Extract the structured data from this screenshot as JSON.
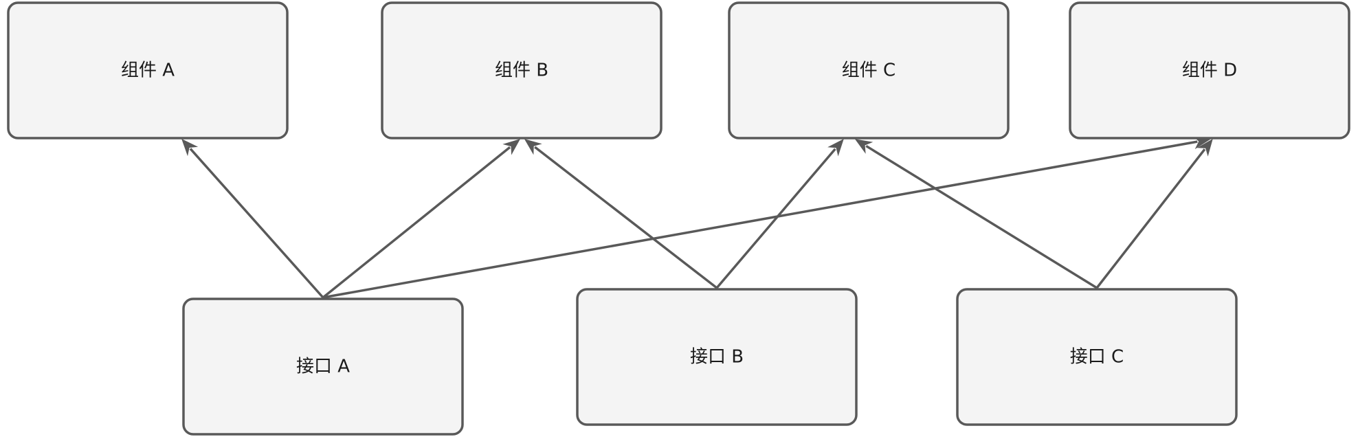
{
  "nodes": {
    "comp_a": {
      "label": "组件 A"
    },
    "comp_b": {
      "label": "组件 B"
    },
    "comp_c": {
      "label": "组件 C"
    },
    "comp_d": {
      "label": "组件 D"
    },
    "iface_a": {
      "label": "接口 A"
    },
    "iface_b": {
      "label": "接口 B"
    },
    "iface_c": {
      "label": "接口 C"
    }
  },
  "edges": [
    {
      "from": "iface_a",
      "to": "comp_a"
    },
    {
      "from": "iface_a",
      "to": "comp_b"
    },
    {
      "from": "iface_a",
      "to": "comp_d"
    },
    {
      "from": "iface_b",
      "to": "comp_b"
    },
    {
      "from": "iface_b",
      "to": "comp_c"
    },
    {
      "from": "iface_c",
      "to": "comp_c"
    },
    {
      "from": "iface_c",
      "to": "comp_d"
    }
  ],
  "colors": {
    "box_fill": "#f4f4f4",
    "stroke": "#595959",
    "text": "#1a1a1a"
  }
}
